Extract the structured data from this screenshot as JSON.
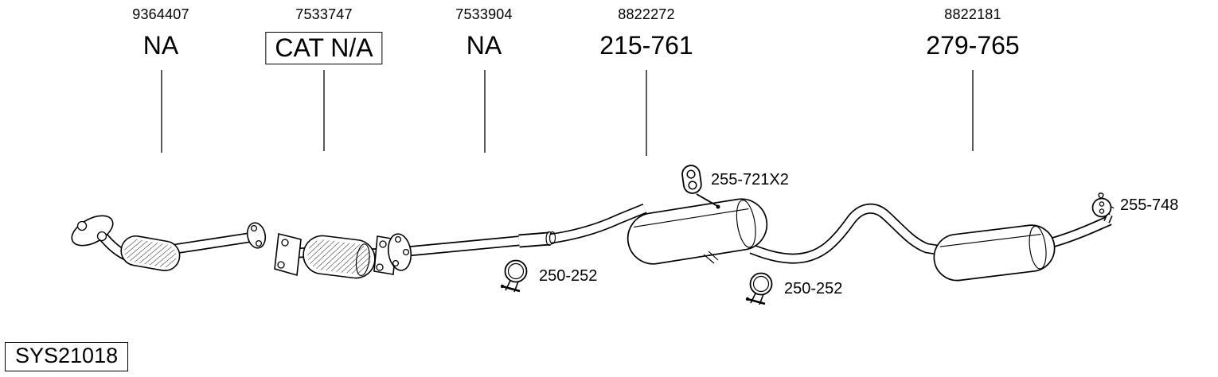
{
  "colors": {
    "background": "#ffffff",
    "ink": "#000000"
  },
  "system_code": "SYS21018",
  "parts": [
    {
      "part_number": "9364407",
      "label": "NA"
    },
    {
      "part_number": "7533747",
      "label": "CAT N/A"
    },
    {
      "part_number": "7533904",
      "label": "NA"
    },
    {
      "part_number": "8822272",
      "label": "215-761"
    },
    {
      "part_number": "8822181",
      "label": "279-765"
    }
  ],
  "callouts": [
    {
      "label": "255-721X2",
      "icon": "hanger-icon"
    },
    {
      "label": "250-252",
      "icon": "clamp-icon"
    },
    {
      "label": "250-252",
      "icon": "clamp-icon"
    },
    {
      "label": "255-748",
      "icon": "hanger-hook-icon"
    }
  ]
}
